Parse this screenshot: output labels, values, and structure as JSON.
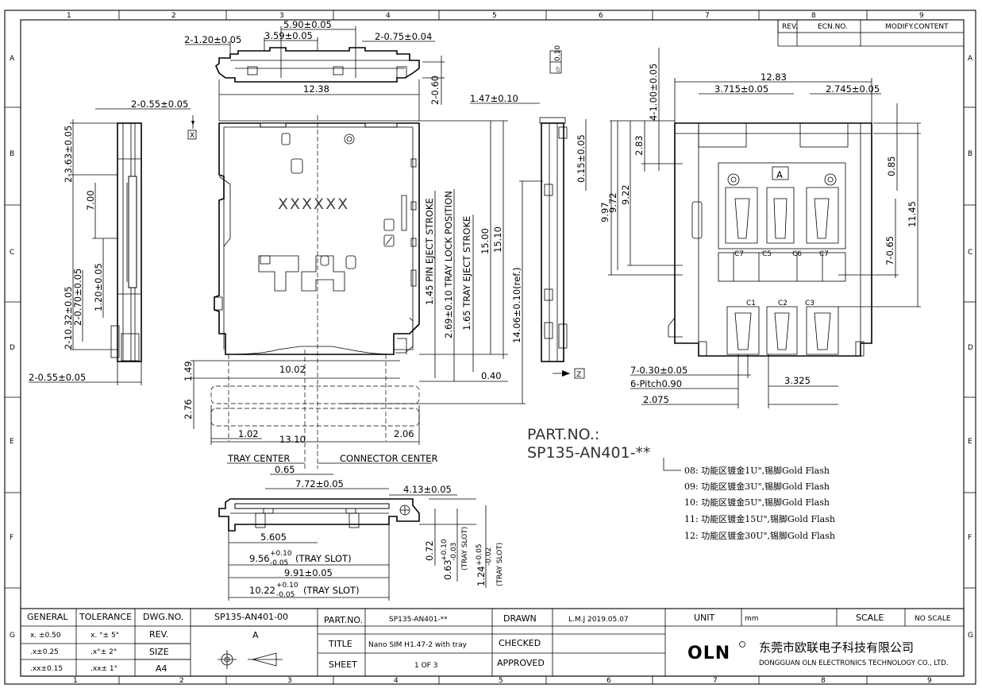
{
  "grid": {
    "cols": [
      "1",
      "2",
      "3",
      "4",
      "5",
      "6",
      "7",
      "8",
      "9"
    ],
    "rows": [
      "A",
      "B",
      "C",
      "D",
      "E",
      "F",
      "G"
    ]
  },
  "revision_table": {
    "rev": "REV.",
    "ecn": "ECN.NO.",
    "modify": "MODIFY.CONTENT"
  },
  "dims": {
    "d_5_90": "5.90±0.05",
    "d_3_59": "3.59±0.05",
    "d_2_1_20": "2-1.20±0.05",
    "d_2_0_75": "2-0.75±0.04",
    "d_12_38": "12.38",
    "d_2_0_60": "2-0.60",
    "d_2_0_55_top": "2-0.55±0.05",
    "d_2_3_63": "2-3.63±0.05",
    "d_7_00": "7.00",
    "d_2_10_32": "2-10.32±0.05",
    "d_1_20": "1.20±0.05",
    "d_2_0_70": "2-0.70±0.05",
    "d_2_0_55_bot": "2-0.55±0.05",
    "d_xxxxxx": "XXXXXX",
    "d_pin_eject": "1.45 PIN EJECT STROKE",
    "d_tray_lock": "2.69±0.10 TRAY LOCK POSITION",
    "d_tray_eject": "1.65 TRAY EJECT STROKE",
    "d_15_00": "15.00",
    "d_15_10": "15.10",
    "d_14_06": "14.06±0.10(ref.)",
    "d_0_40": "0.40",
    "d_1_47": "1.47±0.10",
    "d_0_10": "0.10",
    "d_0_15": "0.15±0.05",
    "d_1_49": "1.49",
    "d_10_02": "10.02",
    "d_2_76": "2.76",
    "d_1_02": "1.02",
    "d_13_10": "13.10",
    "d_2_06": "2.06",
    "tray_center": "TRAY CENTER",
    "connector_center": "CONNECTOR CENTER",
    "d_0_65": "0.65",
    "d_7_72": "7.72±0.05",
    "d_4_13": "4.13±0.05",
    "d_5_605": "5.605",
    "d_9_56": "9.56",
    "tol_9_56_up": "+0.10",
    "tol_9_56_dn": "-0.05",
    "tray_slot": "(TRAY SLOT)",
    "d_9_91": "9.91±0.05",
    "d_10_22": "10.22",
    "d_0_72": "0.72",
    "d_0_63": "0.63",
    "tol_0_63_up": "+0.10",
    "tol_0_63_dn": "-0.03",
    "d_1_24": "1.24",
    "tol_1_24_up": "+0.05",
    "tol_1_24_dn": "-0.02",
    "d_12_83": "12.83",
    "d_3_715": "3.715±0.05",
    "d_2_745": "2.745±0.05",
    "d_4_1_00": "4-1.00±0.05",
    "d_2_83": "2.83",
    "d_9_97": "9.97",
    "d_9_72": "9.72",
    "d_9_22": "9.22",
    "d_0_85": "0.85",
    "d_11_45": "11.45",
    "d_7_0_65": "7-0.65",
    "d_7_0_30": "7-0.30±0.05",
    "d_6_pitch": "6-Pitch0.90",
    "d_2_075": "2.075",
    "d_3_325": "3.325",
    "label_a": "A",
    "c1": "C1",
    "c2": "C2",
    "c3": "C3",
    "c5": "C5",
    "c6": "C6",
    "c7": "C7",
    "datum_x": "X",
    "datum_z": "Z"
  },
  "part_no": {
    "label": "PART.NO.:",
    "value": "SP135-AN401-**",
    "options": [
      "08: 功能区镀金1U\",锡脚Gold Flash",
      "09: 功能区镀金3U\",锡脚Gold Flash",
      "10: 功能区镀金5U\",锡脚Gold Flash",
      "11: 功能区镀金15U\",锡脚Gold Flash",
      "12: 功能区镀金30U\",锡脚Gold Flash"
    ]
  },
  "title_block": {
    "general": "GENERAL",
    "tolerance": "TOLERANCE",
    "t1a": "x. ±0.50",
    "t1b": "x. °± 5°",
    "t2a": ".x±0.25",
    "t2b": ".x°± 2°",
    "t3a": ".xx±0.15",
    "t3b": ".xx± 1°",
    "dwg_no_label": "DWG.NO.",
    "dwg_no": "SP135-AN401-00",
    "rev_label": "REV.",
    "rev": "A",
    "size_label": "SIZE",
    "size": "A4",
    "part_no_label": "PART.NO.",
    "part_no": "SP135-AN401-**",
    "title_label": "TITLE",
    "title": "Nano SIM H1.47-2 with tray",
    "sheet_label": "SHEET",
    "sheet": "1 OF 3",
    "drawn_label": "DRAWN",
    "drawn": "L.M.J 2019.05.07",
    "checked_label": "CHECKED",
    "approved_label": "APPROVED",
    "unit_label": "UNIT",
    "unit": "mm",
    "scale_label": "SCALE",
    "scale": "NO SCALE",
    "logo": "OLN",
    "company_cn": "东莞市欧联电子科技有限公司",
    "company_en": "DONGGUAN OLN ELECTRONICS TECHNOLOGY CO., LTD."
  }
}
